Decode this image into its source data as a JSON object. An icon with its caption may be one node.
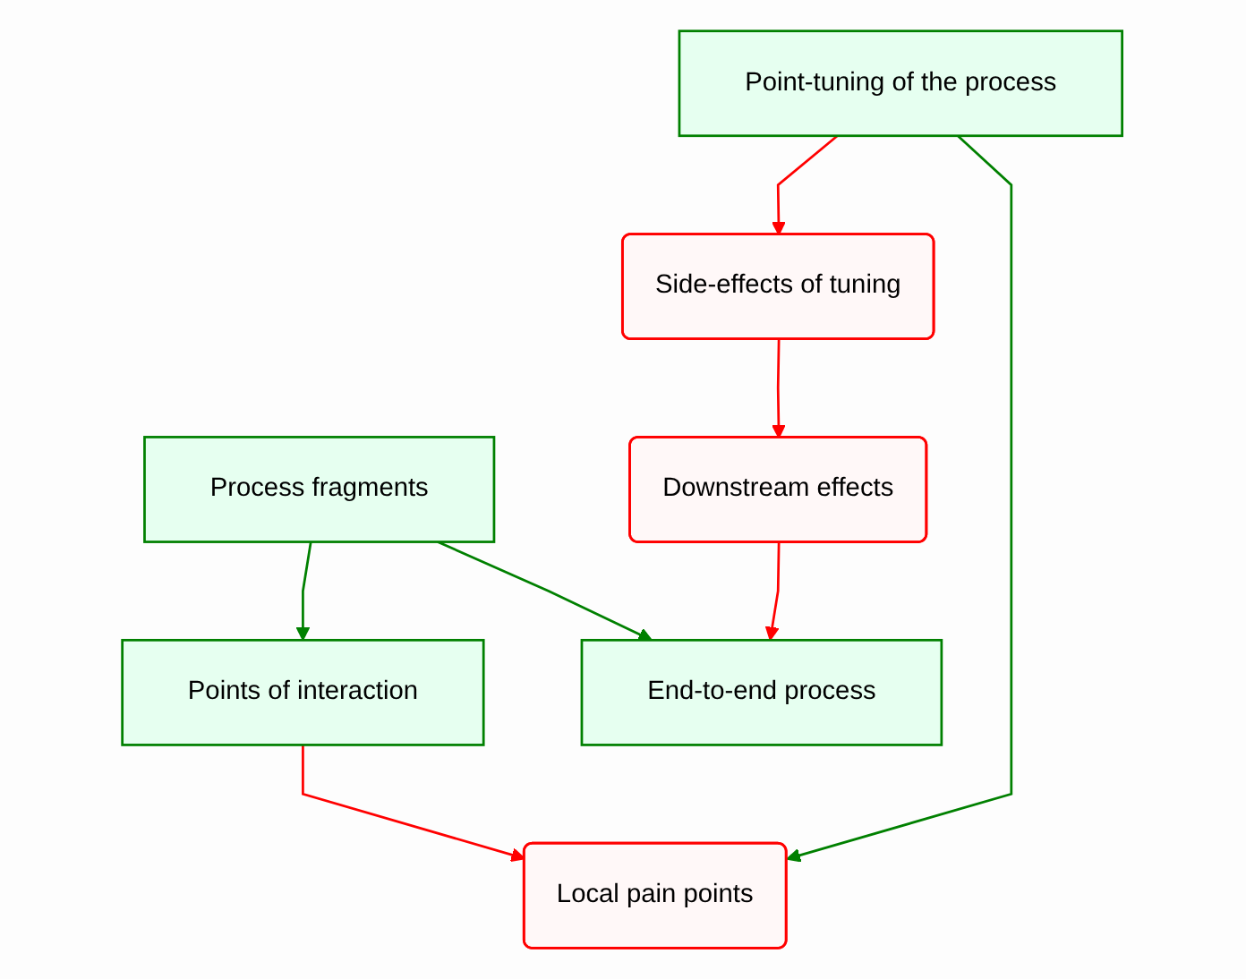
{
  "diagram": {
    "nodes": [
      {
        "text": [
          "Process fragments"
        ]
      },
      {
        "text": [
          "End-to-end process"
        ]
      },
      {
        "text": [
          "Points of interaction"
        ]
      },
      {
        "text": [
          "Downstream effects"
        ]
      },
      {
        "text": [
          "Local pain points"
        ]
      },
      {
        "text": [
          "Side-effects of tuning"
        ]
      },
      {
        "text": [
          "Point-tuning of the process"
        ]
      }
    ],
    "edges": [
      {
        "from": 0,
        "to": 1,
        "arrow": "to",
        "color": "#008000"
      },
      {
        "from": 0,
        "to": 2,
        "arrow": "to",
        "color": "#008000"
      },
      {
        "from": 2,
        "to": 4,
        "arrow": "to"
      },
      {
        "from": 6,
        "to": 4,
        "arrow": "to",
        "color": "#008000"
      },
      {
        "from": 6,
        "to": 5,
        "arrow": "to"
      },
      {
        "from": 5,
        "to": 3,
        "arrow": "to"
      },
      {
        "from": 3,
        "to": 1,
        "arrow": "to"
      }
    ]
  }
}
